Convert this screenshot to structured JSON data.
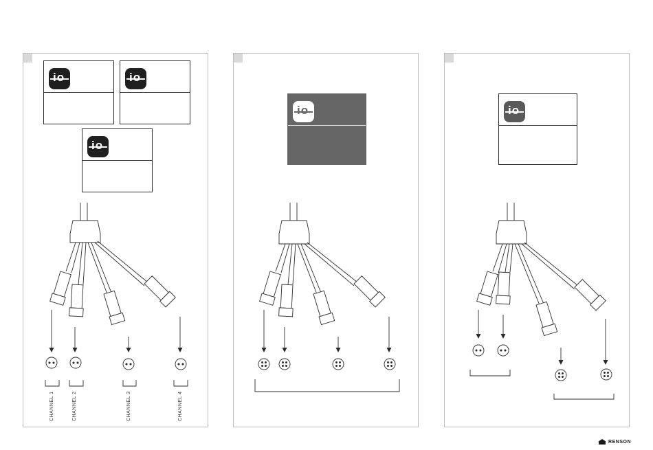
{
  "panels": [
    {
      "id": "panel-1",
      "module_label": "io",
      "channels": [
        "CHANNEL 1",
        "CHANNEL 2",
        "CHANNEL 3",
        "CHANNEL 4"
      ]
    },
    {
      "id": "panel-2",
      "module_label": "io"
    },
    {
      "id": "panel-3",
      "module_label": "io"
    }
  ],
  "brand": {
    "name": "RENSON"
  }
}
